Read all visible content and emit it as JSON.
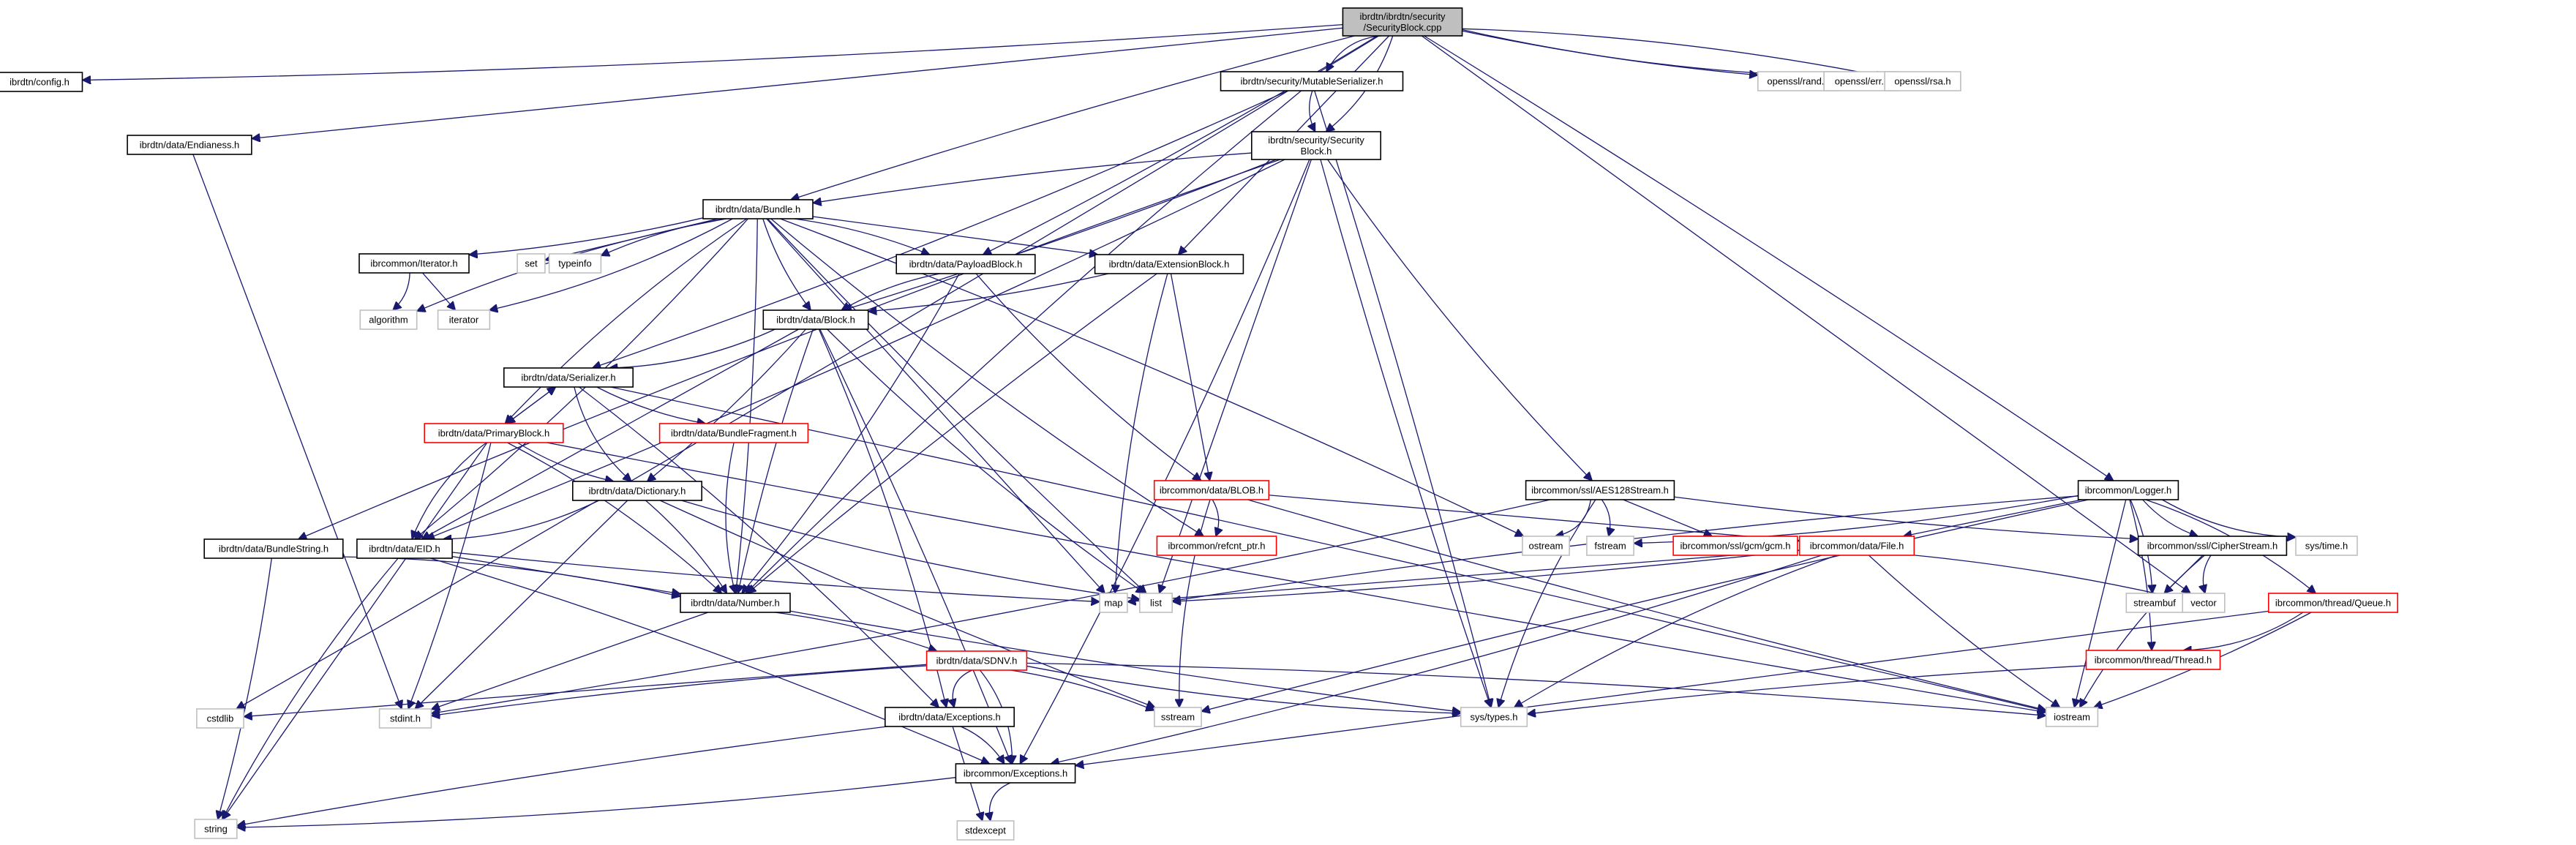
{
  "diagram": {
    "type": "include-dependency-graph",
    "root": "root",
    "colors": {
      "edge": "#191970",
      "root_fill": "#bfbfbf",
      "normal_border": "#000000",
      "truncated_border": "#ff0000",
      "external_border": "#bfbfbf"
    },
    "nodes": [
      {
        "id": "root",
        "label": [
          "ibrdtn/ibrdtn/security",
          "/SecurityBlock.cpp"
        ],
        "kind": "root"
      },
      {
        "id": "config",
        "label": [
          "ibrdtn/config.h"
        ],
        "kind": "normal"
      },
      {
        "id": "mutser",
        "label": [
          "ibrdtn/security/MutableSerializer.h"
        ],
        "kind": "normal"
      },
      {
        "id": "rand",
        "label": [
          "openssl/rand.h"
        ],
        "kind": "external"
      },
      {
        "id": "err",
        "label": [
          "openssl/err.h"
        ],
        "kind": "external"
      },
      {
        "id": "rsa",
        "label": [
          "openssl/rsa.h"
        ],
        "kind": "external"
      },
      {
        "id": "endian",
        "label": [
          "ibrdtn/data/Endianess.h"
        ],
        "kind": "normal"
      },
      {
        "id": "secblock",
        "label": [
          "ibrdtn/security/Security",
          "Block.h"
        ],
        "kind": "normal"
      },
      {
        "id": "bundle",
        "label": [
          "ibrdtn/data/Bundle.h"
        ],
        "kind": "normal"
      },
      {
        "id": "iterh",
        "label": [
          "ibrcommon/Iterator.h"
        ],
        "kind": "normal"
      },
      {
        "id": "set",
        "label": [
          "set"
        ],
        "kind": "external"
      },
      {
        "id": "typeinfo",
        "label": [
          "typeinfo"
        ],
        "kind": "external"
      },
      {
        "id": "algorithm",
        "label": [
          "algorithm"
        ],
        "kind": "external"
      },
      {
        "id": "iterator",
        "label": [
          "iterator"
        ],
        "kind": "external"
      },
      {
        "id": "payload",
        "label": [
          "ibrdtn/data/PayloadBlock.h"
        ],
        "kind": "normal"
      },
      {
        "id": "extblock",
        "label": [
          "ibrdtn/data/ExtensionBlock.h"
        ],
        "kind": "normal"
      },
      {
        "id": "block",
        "label": [
          "ibrdtn/data/Block.h"
        ],
        "kind": "normal"
      },
      {
        "id": "serializer",
        "label": [
          "ibrdtn/data/Serializer.h"
        ],
        "kind": "normal"
      },
      {
        "id": "primary",
        "label": [
          "ibrdtn/data/PrimaryBlock.h"
        ],
        "kind": "truncated"
      },
      {
        "id": "fragment",
        "label": [
          "ibrdtn/data/BundleFragment.h"
        ],
        "kind": "truncated"
      },
      {
        "id": "dictionary",
        "label": [
          "ibrdtn/data/Dictionary.h"
        ],
        "kind": "normal"
      },
      {
        "id": "bstring",
        "label": [
          "ibrdtn/data/BundleString.h"
        ],
        "kind": "normal"
      },
      {
        "id": "eid",
        "label": [
          "ibrdtn/data/EID.h"
        ],
        "kind": "normal"
      },
      {
        "id": "number",
        "label": [
          "ibrdtn/data/Number.h"
        ],
        "kind": "normal"
      },
      {
        "id": "sdnv",
        "label": [
          "ibrdtn/data/SDNV.h"
        ],
        "kind": "truncated"
      },
      {
        "id": "cstdlib",
        "label": [
          "cstdlib"
        ],
        "kind": "external"
      },
      {
        "id": "stdint",
        "label": [
          "stdint.h"
        ],
        "kind": "external"
      },
      {
        "id": "dexc",
        "label": [
          "ibrdtn/data/Exceptions.h"
        ],
        "kind": "normal"
      },
      {
        "id": "sstream",
        "label": [
          "sstream"
        ],
        "kind": "external"
      },
      {
        "id": "systypes",
        "label": [
          "sys/types.h"
        ],
        "kind": "external"
      },
      {
        "id": "cexc",
        "label": [
          "ibrcommon/Exceptions.h"
        ],
        "kind": "normal"
      },
      {
        "id": "stdexcept",
        "label": [
          "stdexcept"
        ],
        "kind": "external"
      },
      {
        "id": "string",
        "label": [
          "string"
        ],
        "kind": "external"
      },
      {
        "id": "blob",
        "label": [
          "ibrcommon/data/BLOB.h"
        ],
        "kind": "truncated"
      },
      {
        "id": "refcnt",
        "label": [
          "ibrcommon/refcnt_ptr.h"
        ],
        "kind": "truncated"
      },
      {
        "id": "aes",
        "label": [
          "ibrcommon/ssl/AES128Stream.h"
        ],
        "kind": "normal"
      },
      {
        "id": "ostream",
        "label": [
          "ostream"
        ],
        "kind": "external"
      },
      {
        "id": "fstream",
        "label": [
          "fstream"
        ],
        "kind": "external"
      },
      {
        "id": "gcm",
        "label": [
          "ibrcommon/ssl/gcm/gcm.h"
        ],
        "kind": "truncated"
      },
      {
        "id": "file",
        "label": [
          "ibrcommon/data/File.h"
        ],
        "kind": "truncated"
      },
      {
        "id": "map",
        "label": [
          "map"
        ],
        "kind": "external"
      },
      {
        "id": "list",
        "label": [
          "list"
        ],
        "kind": "external"
      },
      {
        "id": "logger",
        "label": [
          "ibrcommon/Logger.h"
        ],
        "kind": "normal"
      },
      {
        "id": "cipher",
        "label": [
          "ibrcommon/ssl/CipherStream.h"
        ],
        "kind": "normal"
      },
      {
        "id": "systime",
        "label": [
          "sys/time.h"
        ],
        "kind": "external"
      },
      {
        "id": "streambuf",
        "label": [
          "streambuf"
        ],
        "kind": "external"
      },
      {
        "id": "vector",
        "label": [
          "vector"
        ],
        "kind": "external"
      },
      {
        "id": "queue",
        "label": [
          "ibrcommon/thread/Queue.h"
        ],
        "kind": "truncated"
      },
      {
        "id": "thread",
        "label": [
          "ibrcommon/thread/Thread.h"
        ],
        "kind": "truncated"
      },
      {
        "id": "iostream",
        "label": [
          "iostream"
        ],
        "kind": "external"
      }
    ],
    "edges": [
      [
        "root",
        "config"
      ],
      [
        "root",
        "cstdlib"
      ],
      [
        "root",
        "endian"
      ],
      [
        "root",
        "bundle"
      ],
      [
        "root",
        "mutser"
      ],
      [
        "root",
        "secblock"
      ],
      [
        "root",
        "payload"
      ],
      [
        "root",
        "extblock"
      ],
      [
        "root",
        "rand"
      ],
      [
        "root",
        "err"
      ],
      [
        "root",
        "rsa"
      ],
      [
        "root",
        "logger"
      ],
      [
        "root",
        "vector"
      ],
      [
        "mutser",
        "secblock"
      ],
      [
        "mutser",
        "number"
      ],
      [
        "mutser",
        "serializer"
      ],
      [
        "mutser",
        "systypes"
      ],
      [
        "endian",
        "stdint"
      ],
      [
        "secblock",
        "bundle"
      ],
      [
        "secblock",
        "bstring"
      ],
      [
        "secblock",
        "eid"
      ],
      [
        "secblock",
        "block"
      ],
      [
        "secblock",
        "list"
      ],
      [
        "secblock",
        "systypes"
      ],
      [
        "secblock",
        "aes"
      ],
      [
        "secblock",
        "cexc"
      ],
      [
        "bundle",
        "iterh"
      ],
      [
        "bundle",
        "set"
      ],
      [
        "bundle",
        "typeinfo"
      ],
      [
        "bundle",
        "algorithm"
      ],
      [
        "bundle",
        "iterator"
      ],
      [
        "bundle",
        "payload"
      ],
      [
        "bundle",
        "extblock"
      ],
      [
        "bundle",
        "block"
      ],
      [
        "bundle",
        "primary"
      ],
      [
        "bundle",
        "eid"
      ],
      [
        "bundle",
        "number"
      ],
      [
        "bundle",
        "map"
      ],
      [
        "bundle",
        "list"
      ],
      [
        "bundle",
        "refcnt"
      ],
      [
        "bundle",
        "ostream"
      ],
      [
        "iterh",
        "algorithm"
      ],
      [
        "iterh",
        "iterator"
      ],
      [
        "payload",
        "block"
      ],
      [
        "payload",
        "blob"
      ],
      [
        "payload",
        "number"
      ],
      [
        "extblock",
        "block"
      ],
      [
        "extblock",
        "blob"
      ],
      [
        "extblock",
        "number"
      ],
      [
        "extblock",
        "map"
      ],
      [
        "block",
        "serializer"
      ],
      [
        "block",
        "dictionary"
      ],
      [
        "block",
        "eid"
      ],
      [
        "block",
        "number"
      ],
      [
        "block",
        "list"
      ],
      [
        "block",
        "dexc"
      ],
      [
        "block",
        "cexc"
      ],
      [
        "serializer",
        "primary"
      ],
      [
        "serializer",
        "fragment"
      ],
      [
        "serializer",
        "dictionary"
      ],
      [
        "serializer",
        "dexc"
      ],
      [
        "serializer",
        "iostream"
      ],
      [
        "primary",
        "serializer"
      ],
      [
        "primary",
        "dictionary"
      ],
      [
        "primary",
        "eid"
      ],
      [
        "primary",
        "number"
      ],
      [
        "primary",
        "stdint"
      ],
      [
        "primary",
        "string"
      ],
      [
        "primary",
        "iostream"
      ],
      [
        "fragment",
        "number"
      ],
      [
        "dictionary",
        "eid"
      ],
      [
        "dictionary",
        "number"
      ],
      [
        "dictionary",
        "stdint"
      ],
      [
        "dictionary",
        "sstream"
      ],
      [
        "dictionary",
        "list"
      ],
      [
        "bstring",
        "number"
      ],
      [
        "bstring",
        "string"
      ],
      [
        "eid",
        "number"
      ],
      [
        "eid",
        "map"
      ],
      [
        "eid",
        "string"
      ],
      [
        "eid",
        "cexc"
      ],
      [
        "number",
        "sdnv"
      ],
      [
        "number",
        "stdint"
      ],
      [
        "number",
        "systypes"
      ],
      [
        "sdnv",
        "dexc"
      ],
      [
        "sdnv",
        "cexc"
      ],
      [
        "sdnv",
        "sstream"
      ],
      [
        "sdnv",
        "cstdlib"
      ],
      [
        "sdnv",
        "stdint"
      ],
      [
        "sdnv",
        "systypes"
      ],
      [
        "sdnv",
        "iostream"
      ],
      [
        "dexc",
        "cexc"
      ],
      [
        "dexc",
        "stdexcept"
      ],
      [
        "dexc",
        "string"
      ],
      [
        "cexc",
        "stdexcept"
      ],
      [
        "cexc",
        "string"
      ],
      [
        "blob",
        "refcnt"
      ],
      [
        "blob",
        "file"
      ],
      [
        "blob",
        "iostream"
      ],
      [
        "blob",
        "sstream"
      ],
      [
        "aes",
        "ostream"
      ],
      [
        "aes",
        "fstream"
      ],
      [
        "aes",
        "gcm"
      ],
      [
        "aes",
        "cipher"
      ],
      [
        "aes",
        "systypes"
      ],
      [
        "aes",
        "stdint"
      ],
      [
        "file",
        "list"
      ],
      [
        "file",
        "map"
      ],
      [
        "file",
        "iostream"
      ],
      [
        "file",
        "systypes"
      ],
      [
        "file",
        "cexc"
      ],
      [
        "file",
        "vector"
      ],
      [
        "logger",
        "file"
      ],
      [
        "logger",
        "cipher"
      ],
      [
        "logger",
        "systime"
      ],
      [
        "logger",
        "queue"
      ],
      [
        "logger",
        "thread"
      ],
      [
        "logger",
        "iostream"
      ],
      [
        "logger",
        "sstream"
      ],
      [
        "logger",
        "list"
      ],
      [
        "logger",
        "fstream"
      ],
      [
        "logger",
        "streambuf"
      ],
      [
        "cipher",
        "streambuf"
      ],
      [
        "cipher",
        "vector"
      ],
      [
        "cipher",
        "iostream"
      ],
      [
        "queue",
        "thread"
      ],
      [
        "queue",
        "iostream"
      ],
      [
        "queue",
        "cexc"
      ],
      [
        "thread",
        "systypes"
      ]
    ]
  }
}
